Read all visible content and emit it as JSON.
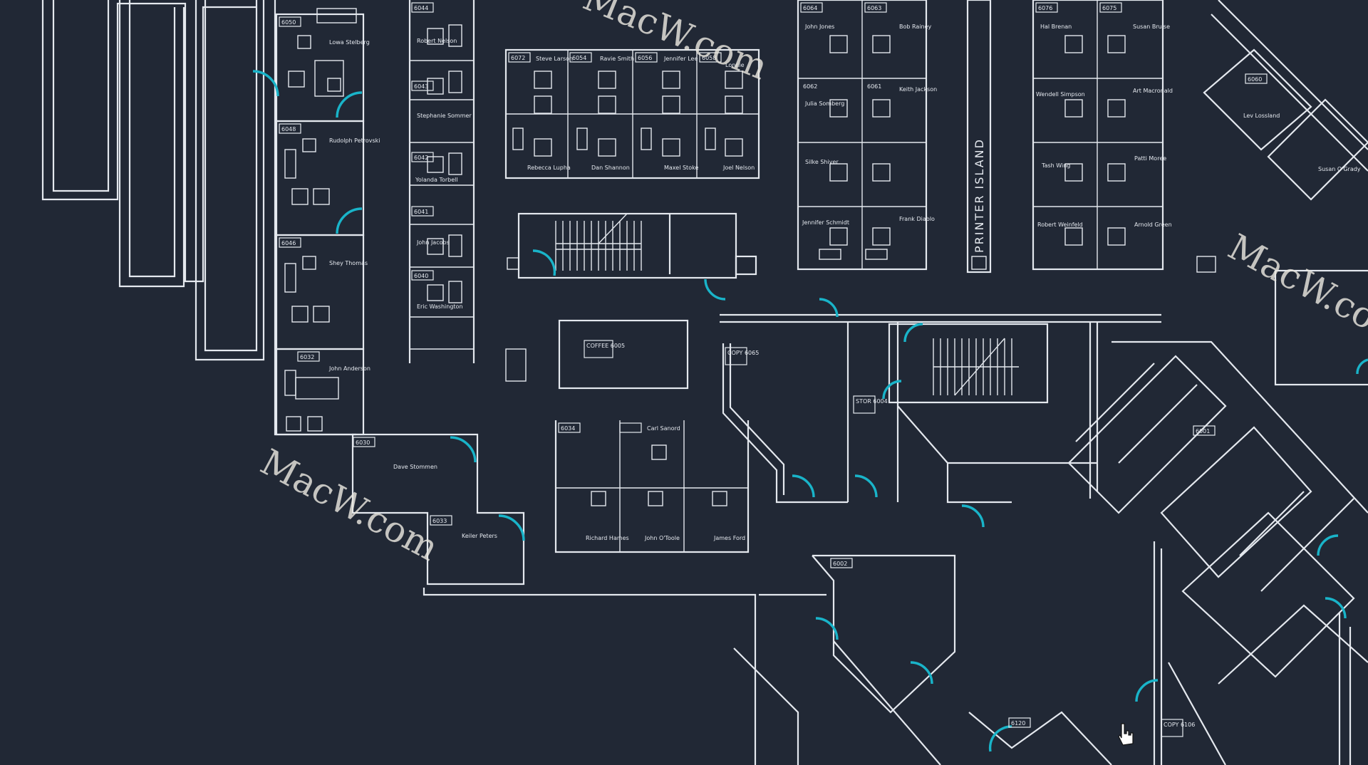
{
  "watermark": "MacW.com",
  "printer_island": "PRINTER ISLAND",
  "labels": {
    "a1": "6050",
    "a2": "Lowa Stelberg",
    "a3": "6048",
    "a4": "Rudolph Petrovski",
    "a5": "6046",
    "a6": "Shey Thomas",
    "a7": "6032",
    "a8": "John Anderson",
    "b1": "6044",
    "b2": "Robert Nelson",
    "b3": "6043",
    "b4": "Stephanie Sommer",
    "b5": "6042",
    "b6": "Yolanda Torbell",
    "b7": "6041",
    "b8": "John Jacobs",
    "b9": "6040",
    "b10": "Eric Washington",
    "c1": "6072",
    "c2": "Steve Larson",
    "c3": "6054",
    "c4": "Ravie Smith",
    "c5": "6056",
    "c6": "Jennifer Lee",
    "c7": "6058",
    "c8": "Lonnie",
    "c9": "Rebecca Lupha",
    "c10": "Dan Shannon",
    "c11": "Maxel Stoke",
    "c12": "Joel Nelson",
    "d1": "6064",
    "d2": "John Jones",
    "d3": "6063",
    "d4": "Bob Rainey",
    "d5": "6062",
    "d6": "Julia Somberg",
    "d7": "6061",
    "d8": "Keith Jackson",
    "d9": "Silke Shiver",
    "d10": "Jennifer Schmidt",
    "d11": "Frank Diablo",
    "e1": "6076",
    "e2": "Hal Brenan",
    "e3": "6075",
    "e4": "Susan Bruise",
    "e5": "Wendell Simpson",
    "e6": "Art Macronald",
    "e7": "Tash Wing",
    "e8": "Patti Moree",
    "e9": "Robert Weinfeld",
    "e10": "Arnold Green",
    "f1": "6060",
    "f2": "Lev Lossland",
    "f3": "Susan O'Grady",
    "g1": "COPY 6065",
    "g2": "STOR 6004",
    "g3": "6001",
    "g4": "6030",
    "g5": "Dave Stommen",
    "g6": "6033",
    "g7": "Keiler Peters",
    "g8": "6034",
    "g9": "Carl Sanord",
    "g10": "Richard Hames",
    "g11": "John O'Toole",
    "g12": "James Ford",
    "g13": "6002",
    "g14": "6120",
    "g15": "COPY 6106",
    "g16": "COFFEE 6005"
  }
}
